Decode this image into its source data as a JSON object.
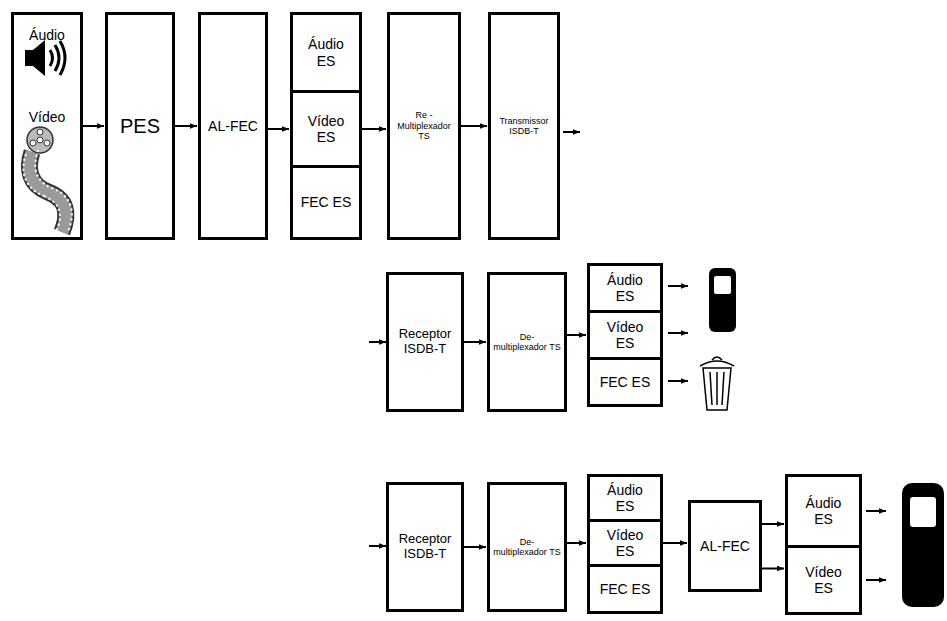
{
  "diagram": {
    "nodes": [
      {
        "text": [
          "Áudio",
          "Vídeo"
        ]
      },
      {
        "text": [
          "PES"
        ]
      },
      {
        "text": [
          "AL-FEC"
        ]
      },
      {
        "text": [
          "Áudio ES"
        ]
      },
      {
        "text": [
          "Vídeo ES"
        ]
      },
      {
        "text": [
          "FEC ES"
        ]
      },
      {
        "text": [
          "Re - Multiplexador TS"
        ]
      },
      {
        "text": [
          "Transmissor ISDB-T"
        ]
      },
      {
        "text": [
          "Receptor ISDB-T"
        ]
      },
      {
        "text": [
          "De- multiplexador TS"
        ]
      },
      {
        "text": [
          "Áudio ES"
        ]
      },
      {
        "text": [
          "Vídeo ES"
        ]
      },
      {
        "text": [
          "FEC ES"
        ]
      },
      {
        "text": [
          "Receptor ISDB-T"
        ]
      },
      {
        "text": [
          "De- multiplexador TS"
        ]
      },
      {
        "text": [
          "Áudio ES"
        ]
      },
      {
        "text": [
          "Vídeo ES"
        ]
      },
      {
        "text": [
          "FEC ES"
        ]
      },
      {
        "text": [
          "AL-FEC"
        ]
      },
      {
        "text": [
          "Áudio ES"
        ]
      },
      {
        "text": [
          "Vídeo ES"
        ]
      }
    ],
    "edges": [
      {
        "from": 0,
        "to": 1,
        "arrow": "to"
      },
      {
        "from": 1,
        "to": 2,
        "arrow": "to"
      },
      {
        "from": 2,
        "to": 4,
        "arrow": "to"
      },
      {
        "from": 4,
        "to": 6,
        "arrow": "to"
      },
      {
        "from": 6,
        "to": 7,
        "arrow": "to"
      },
      {
        "from": 8,
        "to": 9,
        "arrow": "to"
      },
      {
        "from": 9,
        "to": 11,
        "arrow": "to"
      },
      {
        "from": 13,
        "to": 14,
        "arrow": "to"
      },
      {
        "from": 14,
        "to": 16,
        "arrow": "to"
      },
      {
        "from": 16,
        "to": 18,
        "arrow": "to"
      },
      {
        "from": 18,
        "to": 19,
        "arrow": "to"
      },
      {
        "from": 18,
        "to": 20,
        "arrow": "to"
      }
    ]
  }
}
